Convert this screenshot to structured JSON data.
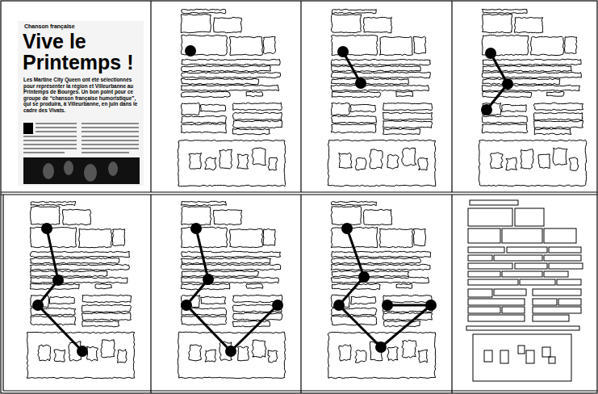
{
  "diagram": {
    "labels": [
      "Chanson française",
      "Vive le Printemps !",
      "Les Martine City Queen ont été sélectionnés pour représenter la région et Villeurbanne au Printemps de Bourges. Un bon point pour ce groupe de “chanson française humoristique”, qui se produira, à Villeurbanne, en juin dans le cadre des Vivats."
    ]
  }
}
